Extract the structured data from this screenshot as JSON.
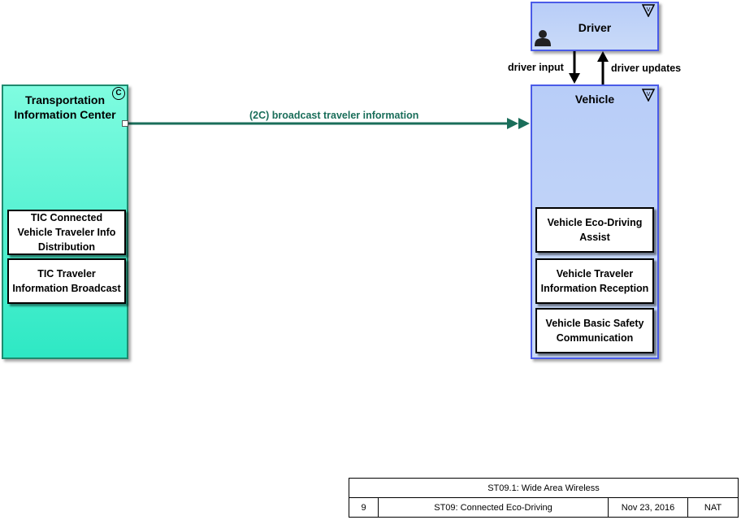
{
  "diagram": {
    "elements": {
      "tic": {
        "title": "Transportation Information Center",
        "badge": "C",
        "functions": [
          "TIC Connected Vehicle Traveler Info Distribution",
          "TIC Traveler Information Broadcast"
        ]
      },
      "vehicle": {
        "title": "Vehicle",
        "functions": [
          "Vehicle Eco-Driving Assist",
          "Vehicle Traveler Information Reception",
          "Vehicle Basic Safety Communication"
        ]
      },
      "driver": {
        "title": "Driver"
      }
    },
    "flows": {
      "broadcast": "(2C) broadcast traveler information",
      "driver_input": "driver input",
      "driver_updates": "driver updates"
    },
    "colors": {
      "tic_fill": "#2ee8c4",
      "tic_border": "#1f8a6e",
      "vehicle_fill": "#c0d3f8",
      "vehicle_border": "#4a5be8",
      "broadcast_flow": "#1a6e5a"
    }
  },
  "title_block": {
    "heading": "ST09.1: Wide Area Wireless",
    "number": "9",
    "service": "ST09: Connected Eco-Driving",
    "date": "Nov 23, 2016",
    "scope": "NAT"
  }
}
